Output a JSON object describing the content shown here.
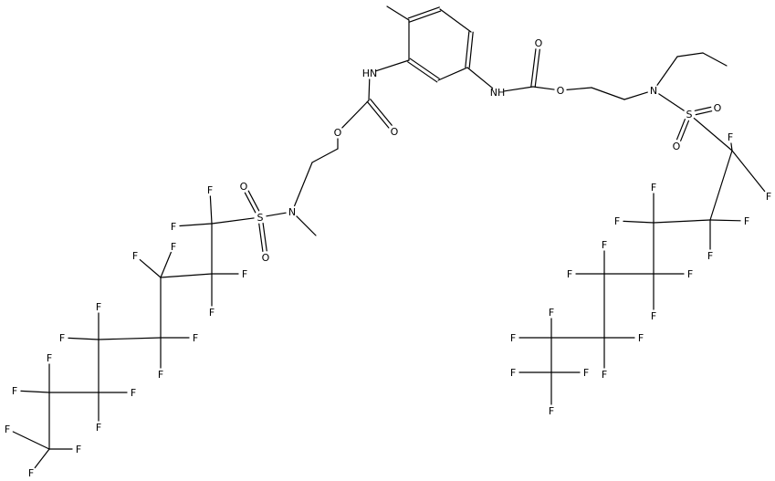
{
  "molecule": {
    "atoms": [
      {
        "id": "Me_top",
        "label": ""
      },
      {
        "id": "r1",
        "label": ""
      },
      {
        "id": "r2",
        "label": ""
      },
      {
        "id": "r3",
        "label": ""
      },
      {
        "id": "r4",
        "label": ""
      },
      {
        "id": "r5",
        "label": ""
      },
      {
        "id": "r6",
        "label": ""
      },
      {
        "id": "NH_L",
        "label": "HN"
      },
      {
        "id": "Cc_L",
        "label": ""
      },
      {
        "id": "Oc_L",
        "label": "O"
      },
      {
        "id": "Oe_L",
        "label": "O"
      },
      {
        "id": "e1_L",
        "label": ""
      },
      {
        "id": "e2_L",
        "label": ""
      },
      {
        "id": "N_L",
        "label": "N"
      },
      {
        "id": "NMe_L",
        "label": ""
      },
      {
        "id": "S_L",
        "label": "S"
      },
      {
        "id": "SO1_L",
        "label": "O"
      },
      {
        "id": "SO2_L",
        "label": "O"
      },
      {
        "id": "cL1",
        "label": ""
      },
      {
        "id": "cL2",
        "label": ""
      },
      {
        "id": "cL3",
        "label": ""
      },
      {
        "id": "cL4",
        "label": ""
      },
      {
        "id": "cL5",
        "label": ""
      },
      {
        "id": "cL6",
        "label": ""
      },
      {
        "id": "cL7",
        "label": ""
      },
      {
        "id": "cL8",
        "label": ""
      },
      {
        "id": "fL1a",
        "label": "F"
      },
      {
        "id": "fL1b",
        "label": "F"
      },
      {
        "id": "fL2a",
        "label": "F"
      },
      {
        "id": "fL2b",
        "label": "F"
      },
      {
        "id": "fL3a",
        "label": "F"
      },
      {
        "id": "fL3b",
        "label": "F"
      },
      {
        "id": "fL4a",
        "label": "F"
      },
      {
        "id": "fL4b",
        "label": "F"
      },
      {
        "id": "fL5a",
        "label": "F"
      },
      {
        "id": "fL5b",
        "label": "F"
      },
      {
        "id": "fL6a",
        "label": "F"
      },
      {
        "id": "fL6b",
        "label": "F"
      },
      {
        "id": "fL7a",
        "label": "F"
      },
      {
        "id": "fL7b",
        "label": "F"
      },
      {
        "id": "fL8a",
        "label": "F"
      },
      {
        "id": "fL8b",
        "label": "F"
      },
      {
        "id": "fL8c",
        "label": "F"
      },
      {
        "id": "NH_R",
        "label": "NH"
      },
      {
        "id": "Cc_R",
        "label": ""
      },
      {
        "id": "Oc_R",
        "label": "O"
      },
      {
        "id": "Oe_R",
        "label": "O"
      },
      {
        "id": "e1_R",
        "label": ""
      },
      {
        "id": "e2_R",
        "label": ""
      },
      {
        "id": "N_R",
        "label": "N"
      },
      {
        "id": "p1",
        "label": ""
      },
      {
        "id": "p2",
        "label": ""
      },
      {
        "id": "p3",
        "label": ""
      },
      {
        "id": "S_R",
        "label": "S"
      },
      {
        "id": "SO1_R",
        "label": "O"
      },
      {
        "id": "SO2_R",
        "label": "O"
      },
      {
        "id": "cR1",
        "label": ""
      },
      {
        "id": "cR2",
        "label": ""
      },
      {
        "id": "cR3",
        "label": ""
      },
      {
        "id": "cR4",
        "label": ""
      },
      {
        "id": "cR5",
        "label": ""
      },
      {
        "id": "cR6",
        "label": ""
      },
      {
        "id": "cR7",
        "label": ""
      },
      {
        "id": "cR8",
        "label": ""
      },
      {
        "id": "fR1a",
        "label": "F"
      },
      {
        "id": "fR1b",
        "label": "F"
      },
      {
        "id": "fR2a",
        "label": "F"
      },
      {
        "id": "fR2b",
        "label": "F"
      },
      {
        "id": "fR3a",
        "label": "F"
      },
      {
        "id": "fR3b",
        "label": "F"
      },
      {
        "id": "fR4a",
        "label": "F"
      },
      {
        "id": "fR4b",
        "label": "F"
      },
      {
        "id": "fR5a",
        "label": "F"
      },
      {
        "id": "fR5b",
        "label": "F"
      },
      {
        "id": "fR6a",
        "label": "F"
      },
      {
        "id": "fR6b",
        "label": "F"
      },
      {
        "id": "fR7a",
        "label": "F"
      },
      {
        "id": "fR7b",
        "label": "F"
      },
      {
        "id": "fR8a",
        "label": "F"
      },
      {
        "id": "fR8b",
        "label": "F"
      },
      {
        "id": "fR8c",
        "label": "F"
      }
    ],
    "bonds": [
      [
        "Me_top",
        "r1",
        1
      ],
      [
        "r1",
        "r2",
        2
      ],
      [
        "r2",
        "r3",
        1
      ],
      [
        "r3",
        "r4",
        2
      ],
      [
        "r4",
        "r5",
        1
      ],
      [
        "r5",
        "r6",
        2
      ],
      [
        "r6",
        "r1",
        1
      ],
      [
        "r6",
        "NH_L",
        1
      ],
      [
        "NH_L",
        "Cc_L",
        1
      ],
      [
        "Cc_L",
        "Oc_L",
        2
      ],
      [
        "Cc_L",
        "Oe_L",
        1
      ],
      [
        "Oe_L",
        "e1_L",
        1
      ],
      [
        "e1_L",
        "e2_L",
        1
      ],
      [
        "e2_L",
        "N_L",
        1
      ],
      [
        "N_L",
        "NMe_L",
        1
      ],
      [
        "N_L",
        "S_L",
        1
      ],
      [
        "S_L",
        "SO1_L",
        2
      ],
      [
        "S_L",
        "SO2_L",
        2
      ],
      [
        "S_L",
        "cL1",
        1
      ],
      [
        "cL1",
        "cL2",
        1
      ],
      [
        "cL2",
        "cL3",
        1
      ],
      [
        "cL3",
        "cL4",
        1
      ],
      [
        "cL4",
        "cL5",
        1
      ],
      [
        "cL5",
        "cL6",
        1
      ],
      [
        "cL6",
        "cL7",
        1
      ],
      [
        "cL7",
        "cL8",
        1
      ],
      [
        "cL1",
        "fL1a",
        1
      ],
      [
        "cL1",
        "fL1b",
        1
      ],
      [
        "cL2",
        "fL2a",
        1
      ],
      [
        "cL2",
        "fL2b",
        1
      ],
      [
        "cL3",
        "fL3a",
        1
      ],
      [
        "cL3",
        "fL3b",
        1
      ],
      [
        "cL4",
        "fL4a",
        1
      ],
      [
        "cL4",
        "fL4b",
        1
      ],
      [
        "cL5",
        "fL5a",
        1
      ],
      [
        "cL5",
        "fL5b",
        1
      ],
      [
        "cL6",
        "fL6a",
        1
      ],
      [
        "cL6",
        "fL6b",
        1
      ],
      [
        "cL7",
        "fL7a",
        1
      ],
      [
        "cL7",
        "fL7b",
        1
      ],
      [
        "cL8",
        "fL8a",
        1
      ],
      [
        "cL8",
        "fL8b",
        1
      ],
      [
        "cL8",
        "fL8c",
        1
      ],
      [
        "r4",
        "NH_R",
        1
      ],
      [
        "NH_R",
        "Cc_R",
        1
      ],
      [
        "Cc_R",
        "Oc_R",
        2
      ],
      [
        "Cc_R",
        "Oe_R",
        1
      ],
      [
        "Oe_R",
        "e1_R",
        1
      ],
      [
        "e1_R",
        "e2_R",
        1
      ],
      [
        "e2_R",
        "N_R",
        1
      ],
      [
        "N_R",
        "p1",
        1
      ],
      [
        "p1",
        "p2",
        1
      ],
      [
        "p2",
        "p3",
        1
      ],
      [
        "N_R",
        "S_R",
        1
      ],
      [
        "S_R",
        "SO1_R",
        2
      ],
      [
        "S_R",
        "SO2_R",
        2
      ],
      [
        "S_R",
        "cR1",
        1
      ],
      [
        "cR1",
        "cR2",
        1
      ],
      [
        "cR2",
        "cR3",
        1
      ],
      [
        "cR3",
        "cR4",
        1
      ],
      [
        "cR4",
        "cR5",
        1
      ],
      [
        "cR5",
        "cR6",
        1
      ],
      [
        "cR6",
        "cR7",
        1
      ],
      [
        "cR7",
        "cR8",
        1
      ],
      [
        "cR1",
        "fR1a",
        1
      ],
      [
        "cR1",
        "fR1b",
        1
      ],
      [
        "cR2",
        "fR2a",
        1
      ],
      [
        "cR2",
        "fR2b",
        1
      ],
      [
        "cR3",
        "fR3a",
        1
      ],
      [
        "cR3",
        "fR3b",
        1
      ],
      [
        "cR4",
        "fR4a",
        1
      ],
      [
        "cR4",
        "fR4b",
        1
      ],
      [
        "cR5",
        "fR5a",
        1
      ],
      [
        "cR5",
        "fR5b",
        1
      ],
      [
        "cR6",
        "fR6a",
        1
      ],
      [
        "cR6",
        "fR6b",
        1
      ],
      [
        "cR7",
        "fR7a",
        1
      ],
      [
        "cR7",
        "fR7b",
        1
      ],
      [
        "cR8",
        "fR8a",
        1
      ],
      [
        "cR8",
        "fR8b",
        1
      ],
      [
        "cR8",
        "fR8c",
        1
      ]
    ]
  }
}
